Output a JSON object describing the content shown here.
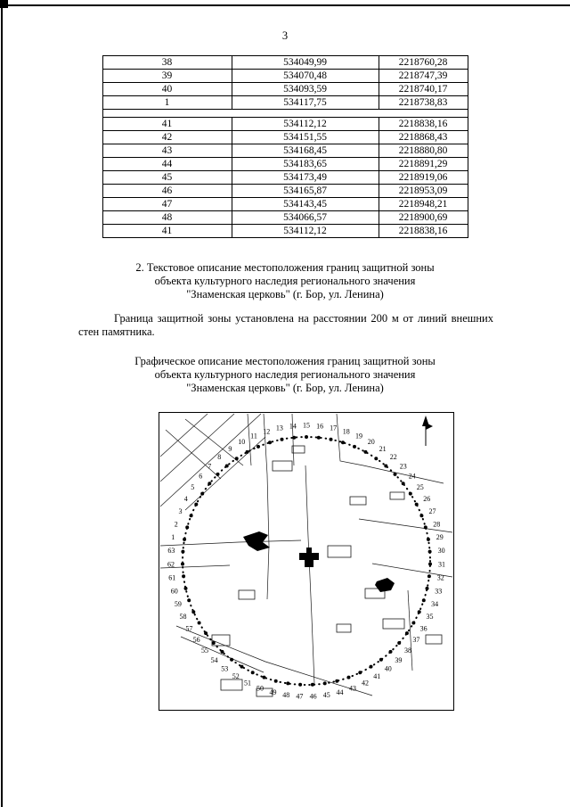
{
  "page": {
    "number": "3"
  },
  "coordinates_table": {
    "rows": [
      [
        "38",
        "534049,99",
        "2218760,28"
      ],
      [
        "39",
        "534070,48",
        "2218747,39"
      ],
      [
        "40",
        "534093,59",
        "2218740,17"
      ],
      [
        "1",
        "534117,75",
        "2218738,83"
      ],
      [],
      [
        "41",
        "534112,12",
        "2218838,16"
      ],
      [
        "42",
        "534151,55",
        "2218868,43"
      ],
      [
        "43",
        "534168,45",
        "2218880,80"
      ],
      [
        "44",
        "534183,65",
        "2218891,29"
      ],
      [
        "45",
        "534173,49",
        "2218919,06"
      ],
      [
        "46",
        "534165,87",
        "2218953,09"
      ],
      [
        "47",
        "534143,45",
        "2218948,21"
      ],
      [
        "48",
        "534066,57",
        "2218900,69"
      ],
      [
        "41",
        "534112,12",
        "2218838,16"
      ]
    ]
  },
  "text_description": {
    "heading_lines": [
      "2. Текстовое описание местоположения границ защитной зоны",
      "объекта культурного наследия регионального значения",
      "\"Знаменская церковь\" (г. Бор, ул. Ленина)"
    ],
    "body": "Граница защитной зоны установлена на расстоянии 200 м от линий внешних стен памятника."
  },
  "graphic_description": {
    "heading_lines": [
      "Графическое описание местоположения границ защитной зоны",
      "объекта культурного наследия регионального значения",
      "\"Знаменская церковь\" (г. Бор, ул. Ленина)"
    ]
  },
  "map": {
    "point_labels": [
      "1",
      "2",
      "3",
      "4",
      "5",
      "6",
      "7",
      "8",
      "9",
      "10",
      "11",
      "12",
      "13",
      "14",
      "15",
      "16",
      "17",
      "18",
      "19",
      "20",
      "21",
      "22",
      "23",
      "24",
      "25",
      "26",
      "27",
      "28",
      "29",
      "30",
      "31",
      "32",
      "33",
      "34",
      "35",
      "36",
      "37",
      "38",
      "39",
      "40",
      "41",
      "42",
      "43",
      "44",
      "45",
      "46",
      "47",
      "48",
      "49",
      "50",
      "51",
      "52",
      "53",
      "54",
      "55",
      "56",
      "57",
      "58",
      "59",
      "60",
      "61",
      "62",
      "63"
    ]
  }
}
